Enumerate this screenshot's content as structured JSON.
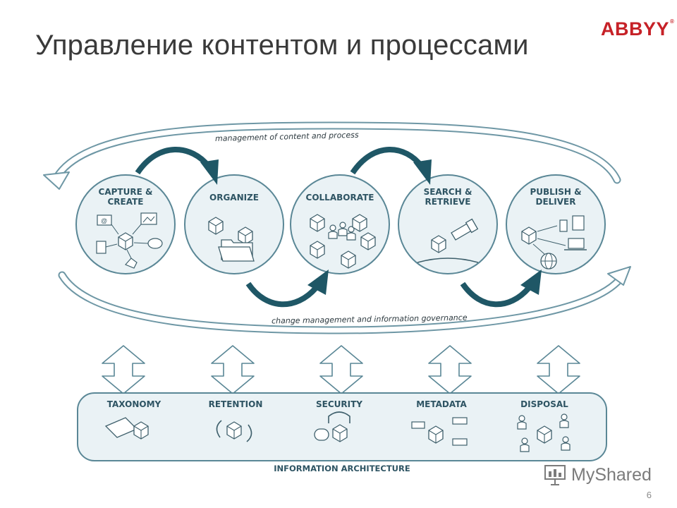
{
  "slide": {
    "title": "Управление контентом и процессами",
    "logo": "ABBYY",
    "page_number": "6",
    "watermark": "MyShared"
  },
  "diagram": {
    "top_loop_label": "management of content and process",
    "bottom_loop_label": "change management and information governance",
    "stages": [
      {
        "line1": "CAPTURE &",
        "line2": "CREATE"
      },
      {
        "line1": "ORGANIZE",
        "line2": ""
      },
      {
        "line1": "COLLABORATE",
        "line2": ""
      },
      {
        "line1": "SEARCH &",
        "line2": "RETRIEVE"
      },
      {
        "line1": "PUBLISH &",
        "line2": "DELIVER"
      }
    ],
    "architecture": {
      "items": [
        "TAXONOMY",
        "RETENTION",
        "SECURITY",
        "METADATA",
        "DISPOSAL"
      ],
      "label": "INFORMATION ARCHITECTURE"
    }
  },
  "colors": {
    "circle_fill": "#eaf2f5",
    "outline": "#5a8796",
    "flow_arrow": "#1f5766",
    "caption": "#2e5463",
    "logo": "#c62127"
  },
  "icons": {
    "capture": [
      "email-icon",
      "image-icon",
      "chat-icon",
      "document-icon",
      "bird-icon",
      "box-icon"
    ],
    "organize": [
      "box-icon",
      "folder-icon"
    ],
    "collaborate": [
      "people-icon",
      "box-icon"
    ],
    "search": [
      "flashlight-icon",
      "box-icon"
    ],
    "publish": [
      "box-icon",
      "phone-icon",
      "laptop-icon",
      "globe-icon"
    ],
    "taxonomy": [
      "tag-icon",
      "box-icon"
    ],
    "retention": [
      "cycle-icon",
      "box-icon"
    ],
    "security": [
      "lock-icon",
      "box-icon"
    ],
    "metadata": [
      "label-icon",
      "box-icon"
    ],
    "disposal": [
      "people-icon",
      "box-icon"
    ]
  }
}
